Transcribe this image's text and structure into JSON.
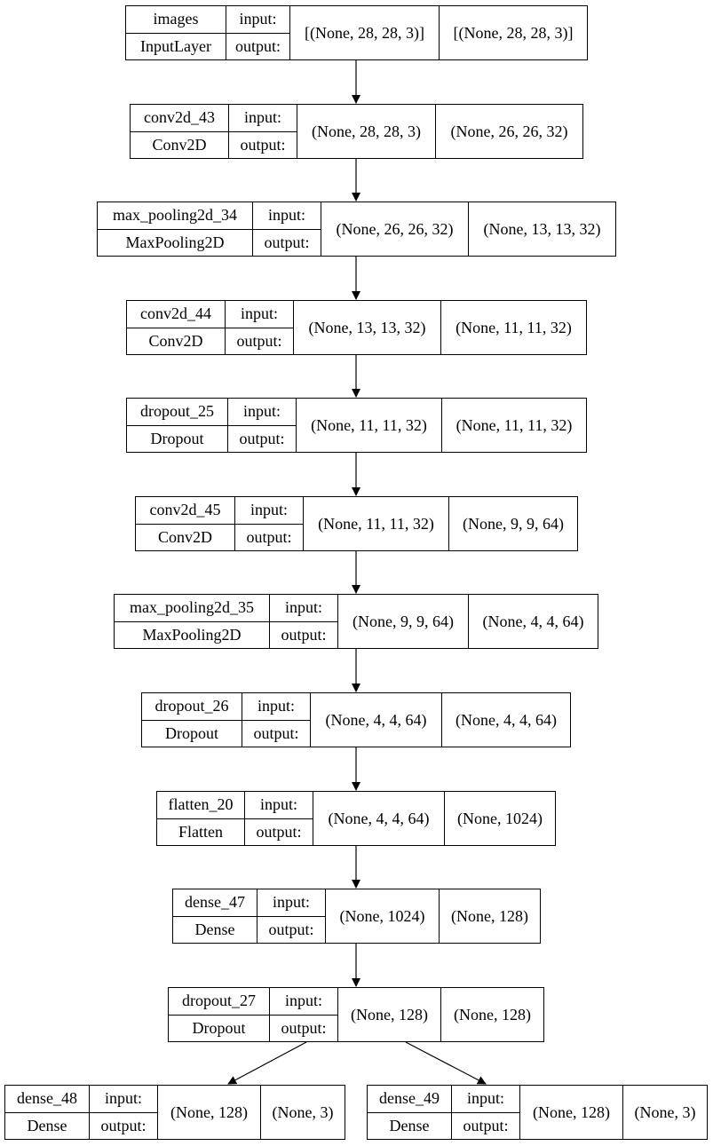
{
  "labels": {
    "input": "input:",
    "output": "output:"
  },
  "nodes": [
    {
      "name": "images",
      "type": "InputLayer",
      "input": "[(None, 28, 28, 3)]",
      "output": "[(None, 28, 28, 3)]"
    },
    {
      "name": "conv2d_43",
      "type": "Conv2D",
      "input": "(None, 28, 28, 3)",
      "output": "(None, 26, 26, 32)"
    },
    {
      "name": "max_pooling2d_34",
      "type": "MaxPooling2D",
      "input": "(None, 26, 26, 32)",
      "output": "(None, 13, 13, 32)"
    },
    {
      "name": "conv2d_44",
      "type": "Conv2D",
      "input": "(None, 13, 13, 32)",
      "output": "(None, 11, 11, 32)"
    },
    {
      "name": "dropout_25",
      "type": "Dropout",
      "input": "(None, 11, 11, 32)",
      "output": "(None, 11, 11, 32)"
    },
    {
      "name": "conv2d_45",
      "type": "Conv2D",
      "input": "(None, 11, 11, 32)",
      "output": "(None, 9, 9, 64)"
    },
    {
      "name": "max_pooling2d_35",
      "type": "MaxPooling2D",
      "input": "(None, 9, 9, 64)",
      "output": "(None, 4, 4, 64)"
    },
    {
      "name": "dropout_26",
      "type": "Dropout",
      "input": "(None, 4, 4, 64)",
      "output": "(None, 4, 4, 64)"
    },
    {
      "name": "flatten_20",
      "type": "Flatten",
      "input": "(None, 4, 4, 64)",
      "output": "(None, 1024)"
    },
    {
      "name": "dense_47",
      "type": "Dense",
      "input": "(None, 1024)",
      "output": "(None, 128)"
    },
    {
      "name": "dropout_27",
      "type": "Dropout",
      "input": "(None, 128)",
      "output": "(None, 128)"
    },
    {
      "name": "dense_48",
      "type": "Dense",
      "input": "(None, 128)",
      "output": "(None, 3)"
    },
    {
      "name": "dense_49",
      "type": "Dense",
      "input": "(None, 128)",
      "output": "(None, 3)"
    }
  ]
}
